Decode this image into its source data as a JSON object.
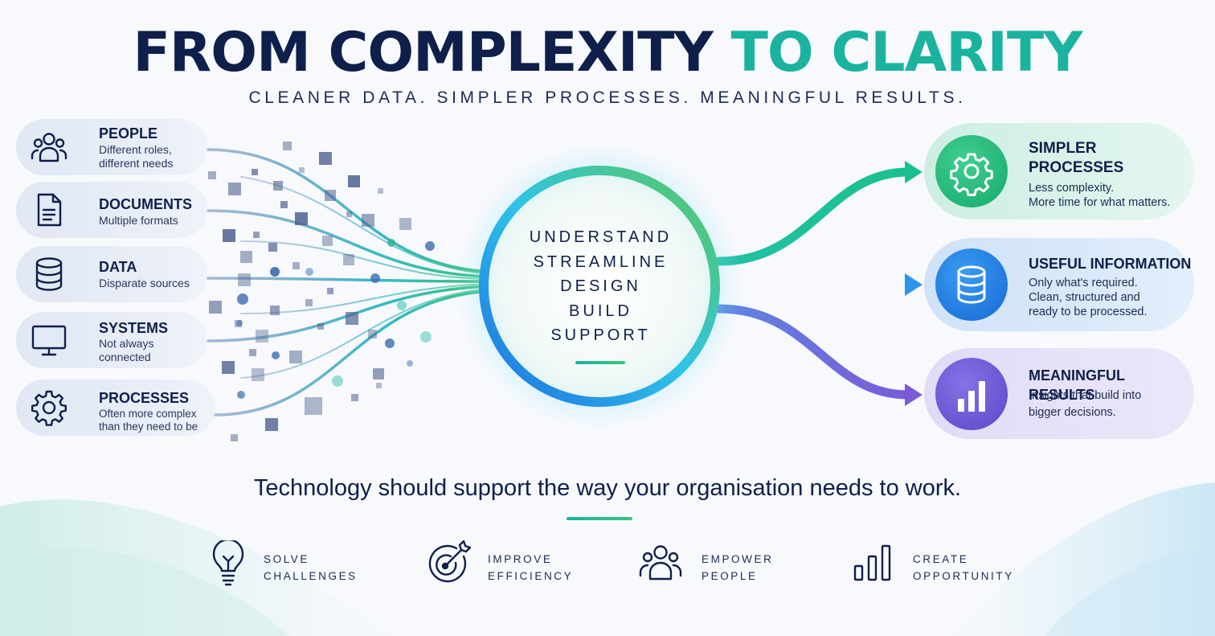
{
  "header": {
    "title_part1": "FROM COMPLEXITY",
    "title_part2": "TO CLARITY",
    "subtitle": "CLEANER DATA. SIMPLER PROCESSES. MEANINGFUL RESULTS."
  },
  "inputs": [
    {
      "title": "PEOPLE",
      "lines": [
        "Different roles,",
        "different needs"
      ],
      "icon": "people-icon"
    },
    {
      "title": "DOCUMENTS",
      "lines": [
        "Multiple formats"
      ],
      "icon": "document-icon"
    },
    {
      "title": "DATA",
      "lines": [
        "Disparate sources"
      ],
      "icon": "database-icon"
    },
    {
      "title": "SYSTEMS",
      "lines": [
        "Not always",
        "connected"
      ],
      "icon": "monitor-icon"
    },
    {
      "title": "PROCESSES",
      "lines": [
        "Often more complex",
        "than they need to be"
      ],
      "icon": "gear-icon"
    }
  ],
  "center": {
    "steps": [
      "UNDERSTAND",
      "STREAMLINE",
      "DESIGN",
      "BUILD",
      "SUPPORT"
    ]
  },
  "outputs": [
    {
      "title_lines": [
        "SIMPLER",
        "PROCESSES"
      ],
      "lines": [
        "Less complexity.",
        "More time for what matters."
      ],
      "icon": "gear-icon",
      "color": "#19b37a"
    },
    {
      "title_lines": [
        "USEFUL INFORMATION"
      ],
      "lines": [
        "Only what's required.",
        "Clean, structured and",
        "ready to be processed."
      ],
      "icon": "database-icon",
      "color": "#1e7fe0"
    },
    {
      "title_lines": [
        "MEANINGFUL RESULTS"
      ],
      "lines": [
        "Insights that build into",
        "bigger decisions."
      ],
      "icon": "bar-chart-icon",
      "color": "#6b5ad8"
    }
  ],
  "tagline": "Technology should support the way your organisation needs to work.",
  "benefits": [
    {
      "lines": [
        "SOLVE",
        "CHALLENGES"
      ],
      "icon": "lightbulb-icon"
    },
    {
      "lines": [
        "IMPROVE",
        "EFFICIENCY"
      ],
      "icon": "target-icon"
    },
    {
      "lines": [
        "EMPOWER",
        "PEOPLE"
      ],
      "icon": "people-icon"
    },
    {
      "lines": [
        "CREATE",
        "OPPORTUNITY"
      ],
      "icon": "bar-chart-icon"
    }
  ],
  "colors": {
    "navy": "#0f1f4b",
    "teal": "#1bb3a0",
    "green": "#3cc47a",
    "blue": "#1e7fe0",
    "purple": "#6b5ad8"
  }
}
